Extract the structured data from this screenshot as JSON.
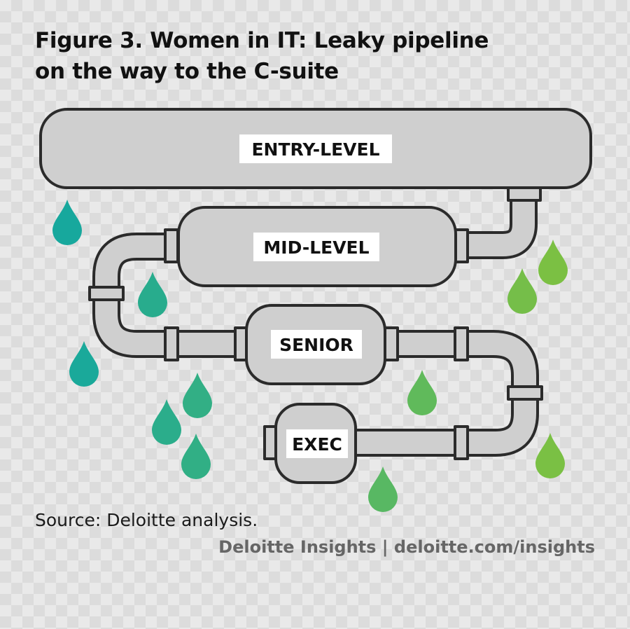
{
  "title": {
    "line1": "Figure 3. Women in IT: Leaky pipeline",
    "line2": "on the way to the C-suite"
  },
  "stages": {
    "entry": "ENTRY-LEVEL",
    "mid": "MID-LEVEL",
    "senior": "SENIOR",
    "exec": "EXEC"
  },
  "source": "Source: Deloitte analysis.",
  "credit": "Deloitte Insights | deloitte.com/insights",
  "colors": {
    "pipe_fill": "#cfcfcf",
    "pipe_stroke": "#2b2b2b",
    "drop_teal": "#16a89e",
    "drop_green": "#7bc043"
  },
  "icons": [
    "water-drop-icon"
  ]
}
